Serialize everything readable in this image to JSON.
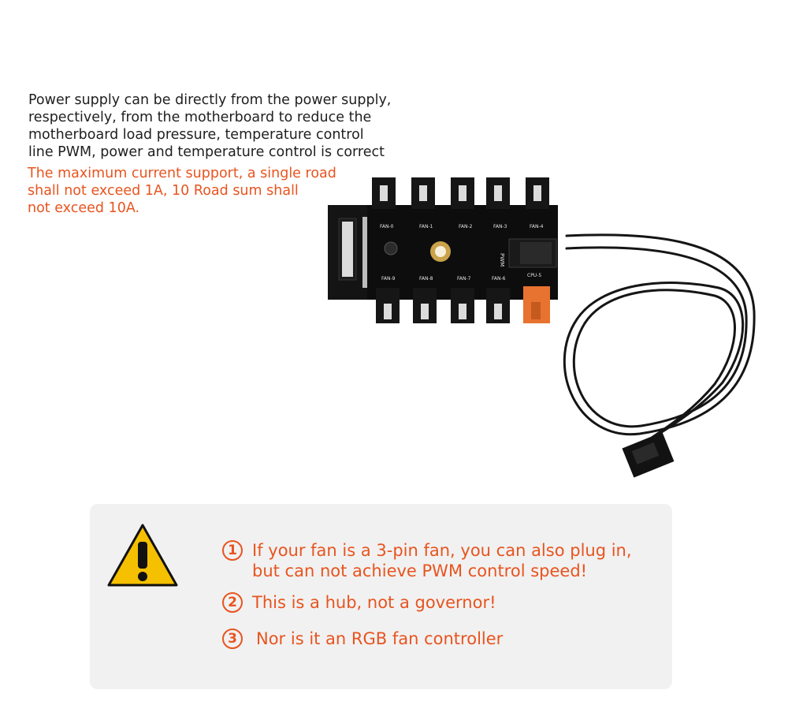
{
  "intro": {
    "lines": [
      "Power supply can be directly from the power supply,",
      "respectively, from the motherboard to reduce the",
      "motherboard load pressure, temperature control",
      "line PWM, power and temperature control is correct"
    ]
  },
  "warning": {
    "lines": [
      "The maximum current support, a single road",
      "shall not exceed 1A, 10 Road sum shall",
      "not exceed 10A."
    ]
  },
  "board": {
    "top_labels": [
      "FAN-0",
      "FAN-1",
      "FAN-2",
      "FAN-3",
      "FAN-4"
    ],
    "bottom_labels": [
      "FAN-9",
      "FAN-8",
      "FAN-7",
      "FAN-6",
      "CPU-5"
    ],
    "side_label": "PWM"
  },
  "notes": [
    {
      "number": "1",
      "lines": [
        "If your fan is a 3-pin fan, you can also plug in,",
        "but can not achieve PWM control speed!"
      ]
    },
    {
      "number": "2",
      "lines": [
        "This is a hub, not a governor!"
      ]
    },
    {
      "number": "3",
      "lines": [
        "Nor is it an RGB fan controller"
      ]
    }
  ],
  "colors": {
    "accent": "#e8541f",
    "text": "#1f1f1f",
    "panel": "#f1f1f1",
    "hazard_yellow": "#f5c000",
    "pcb": "#0d0d0d",
    "cpu_connector": "#e8722f"
  },
  "icons": {
    "hazard": "warning-triangle-icon"
  }
}
